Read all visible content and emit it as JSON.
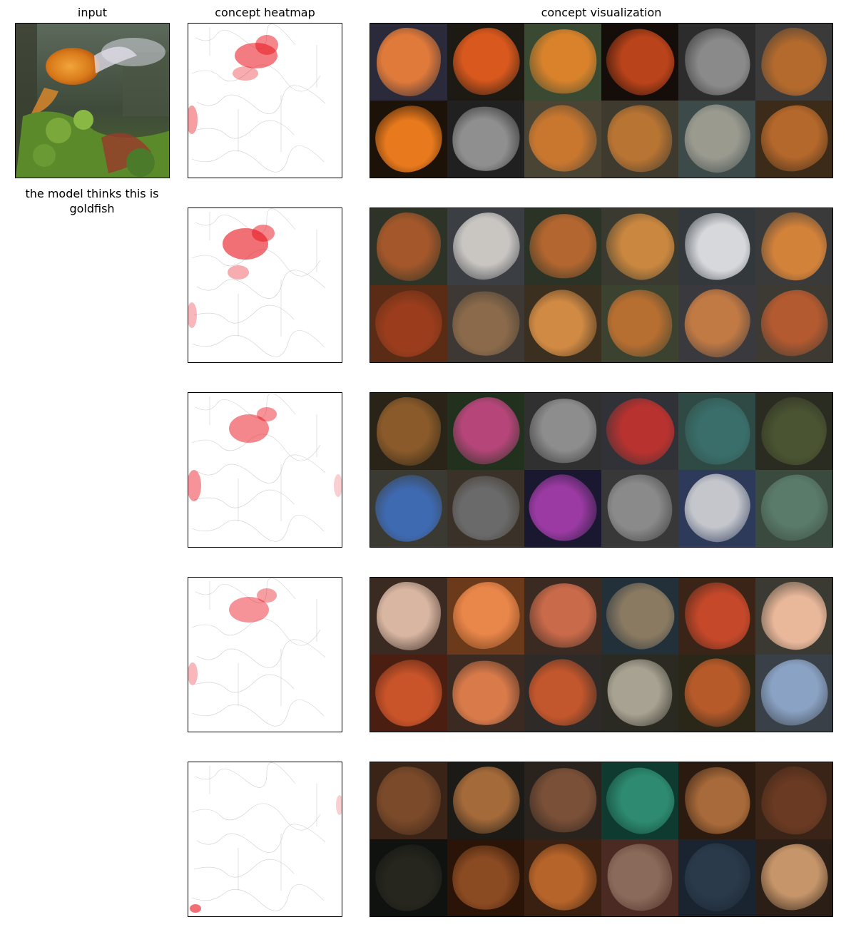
{
  "titles": {
    "input": "input",
    "heatmap": "concept heatmap",
    "visualization": "concept visualization"
  },
  "caption": "the model thinks this is goldfish",
  "rows": [
    {
      "tiles": [
        {
          "bg": "#2a2a3a",
          "fg": "#e07a3a"
        },
        {
          "bg": "#1d1a14",
          "fg": "#d8581d"
        },
        {
          "bg": "#3a4a32",
          "fg": "#d9822b"
        },
        {
          "bg": "#140d0a",
          "fg": "#b9431a"
        },
        {
          "bg": "#2c2c2c",
          "fg": "#8a8a8a"
        },
        {
          "bg": "#3a3a3a",
          "fg": "#b46a2c"
        },
        {
          "bg": "#1c1208",
          "fg": "#e8791d"
        },
        {
          "bg": "#202020",
          "fg": "#8f8f8f"
        },
        {
          "bg": "#4a4434",
          "fg": "#c9772f"
        },
        {
          "bg": "#3e3a2e",
          "fg": "#b87433"
        },
        {
          "bg": "#3d4a4a",
          "fg": "#9a9a8f"
        },
        {
          "bg": "#3c2b18",
          "fg": "#b5682c"
        }
      ]
    },
    {
      "tiles": [
        {
          "bg": "#2d3327",
          "fg": "#a3572a"
        },
        {
          "bg": "#3b3f44",
          "fg": "#c9c6c2"
        },
        {
          "bg": "#2a3326",
          "fg": "#b3662f"
        },
        {
          "bg": "#3a3a30",
          "fg": "#c9873f"
        },
        {
          "bg": "#33383d",
          "fg": "#d6d8dc"
        },
        {
          "bg": "#3a3a3a",
          "fg": "#d3823a"
        },
        {
          "bg": "#5a2b15",
          "fg": "#9b3d1d"
        },
        {
          "bg": "#3d3834",
          "fg": "#8a6a4a"
        },
        {
          "bg": "#3b2f20",
          "fg": "#d08a44"
        },
        {
          "bg": "#3b4230",
          "fg": "#b66e31"
        },
        {
          "bg": "#3a3a3e",
          "fg": "#c27a44"
        },
        {
          "bg": "#3c3a32",
          "fg": "#b45a30"
        }
      ]
    },
    {
      "tiles": [
        {
          "bg": "#2a2418",
          "fg": "#8a5a2a"
        },
        {
          "bg": "#22301e",
          "fg": "#b6467a"
        },
        {
          "bg": "#303030",
          "fg": "#8d8d8d"
        },
        {
          "bg": "#303238",
          "fg": "#b8322f"
        },
        {
          "bg": "#2f4a44",
          "fg": "#3a6e6a"
        },
        {
          "bg": "#2a2c22",
          "fg": "#4a5432"
        },
        {
          "bg": "#3a3a32",
          "fg": "#3e6ab2"
        },
        {
          "bg": "#3a3228",
          "fg": "#6a6a6a"
        },
        {
          "bg": "#1a1830",
          "fg": "#9a3aa2"
        },
        {
          "bg": "#383838",
          "fg": "#8a8a8a"
        },
        {
          "bg": "#2e3a5a",
          "fg": "#c4c6cc"
        },
        {
          "bg": "#3a4a3e",
          "fg": "#5a7a6a"
        }
      ]
    },
    {
      "tiles": [
        {
          "bg": "#3a2a22",
          "fg": "#d8b6a2"
        },
        {
          "bg": "#6a3a1a",
          "fg": "#e9864a"
        },
        {
          "bg": "#3a2a22",
          "fg": "#c96a4a"
        },
        {
          "bg": "#22303a",
          "fg": "#8a7a62"
        },
        {
          "bg": "#3a2418",
          "fg": "#c5482a"
        },
        {
          "bg": "#3a3a32",
          "fg": "#e9b79a"
        },
        {
          "bg": "#4a1f12",
          "fg": "#c9542a"
        },
        {
          "bg": "#3a2a22",
          "fg": "#d87a4a"
        },
        {
          "bg": "#2e2a28",
          "fg": "#c2562c"
        },
        {
          "bg": "#2a2a22",
          "fg": "#a8a292"
        },
        {
          "bg": "#2a2618",
          "fg": "#b65a2a"
        },
        {
          "bg": "#3a4048",
          "fg": "#8aa2c4"
        }
      ]
    },
    {
      "tiles": [
        {
          "bg": "#3a2418",
          "fg": "#7a4a2a"
        },
        {
          "bg": "#1c1a16",
          "fg": "#a46a3a"
        },
        {
          "bg": "#2a221c",
          "fg": "#7a5038"
        },
        {
          "bg": "#0e3a30",
          "fg": "#2e8a70"
        },
        {
          "bg": "#2a1a10",
          "fg": "#a86a3a"
        },
        {
          "bg": "#3a2418",
          "fg": "#6a3a22"
        },
        {
          "bg": "#101210",
          "fg": "#26261e"
        },
        {
          "bg": "#2a1408",
          "fg": "#8a4a22"
        },
        {
          "bg": "#3a2010",
          "fg": "#b6642a"
        },
        {
          "bg": "#4a2a22",
          "fg": "#8a6a5a"
        },
        {
          "bg": "#1a2430",
          "fg": "#2a3a4a"
        },
        {
          "bg": "#2a1e16",
          "fg": "#c6966a"
        }
      ]
    }
  ]
}
